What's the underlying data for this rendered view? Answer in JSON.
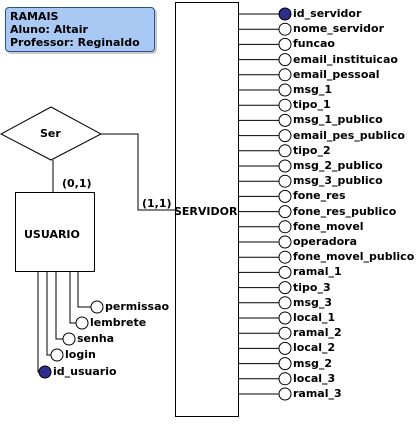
{
  "info": {
    "title": "RAMAIS",
    "student": "Aluno: Altair",
    "professor": "Professor: Reginaldo"
  },
  "relationship": {
    "label": "Ser"
  },
  "entities": {
    "usuario": {
      "label": "USUARIO"
    },
    "servidor": {
      "label": "SERVIDOR"
    }
  },
  "cardinalities": {
    "usuario_side": "(0,1)",
    "servidor_side": "(1,1)"
  },
  "usuario_attributes": [
    {
      "name": "permissao",
      "key": false
    },
    {
      "name": "lembrete",
      "key": false
    },
    {
      "name": "senha",
      "key": false
    },
    {
      "name": "login",
      "key": false
    },
    {
      "name": "id_usuario",
      "key": true
    }
  ],
  "servidor_attributes": [
    {
      "name": "id_servidor",
      "key": true
    },
    {
      "name": "nome_servidor",
      "key": false
    },
    {
      "name": "funcao",
      "key": false
    },
    {
      "name": "email_instituicao",
      "key": false
    },
    {
      "name": "email_pessoal",
      "key": false
    },
    {
      "name": "msg_1",
      "key": false
    },
    {
      "name": "tipo_1",
      "key": false
    },
    {
      "name": "msg_1_publico",
      "key": false
    },
    {
      "name": "email_pes_publico",
      "key": false
    },
    {
      "name": "tipo_2",
      "key": false
    },
    {
      "name": "msg_2_publico",
      "key": false
    },
    {
      "name": "msg_3_publico",
      "key": false
    },
    {
      "name": "fone_res",
      "key": false
    },
    {
      "name": "fone_res_publico",
      "key": false
    },
    {
      "name": "fone_movel",
      "key": false
    },
    {
      "name": "operadora",
      "key": false
    },
    {
      "name": "fone_movel_publico",
      "key": false
    },
    {
      "name": "ramal_1",
      "key": false
    },
    {
      "name": "tipo_3",
      "key": false
    },
    {
      "name": "msg_3",
      "key": false
    },
    {
      "name": "local_1",
      "key": false
    },
    {
      "name": "ramal_2",
      "key": false
    },
    {
      "name": "local_2",
      "key": false
    },
    {
      "name": "msg_2",
      "key": false
    },
    {
      "name": "local_3",
      "key": false
    },
    {
      "name": "ramal_3",
      "key": false
    }
  ],
  "colors": {
    "info_fill": "#a9c8f3",
    "key_attribute": "#2e2e8c"
  }
}
